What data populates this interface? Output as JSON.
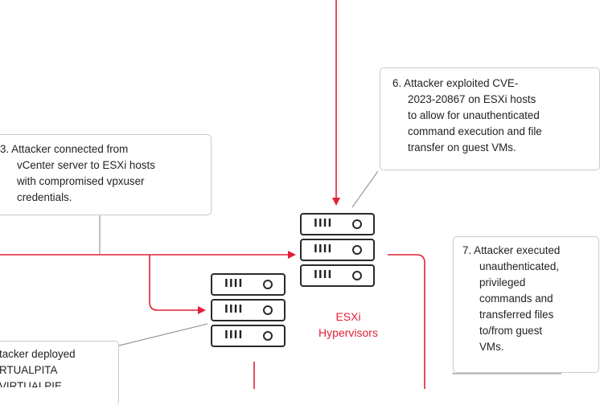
{
  "colors": {
    "arrow": "#e0203a",
    "connector": "#9a9a9a",
    "outline": "#2a2a2a"
  },
  "notes": {
    "step6": [
      "6. Attacker exploited CVE-",
      "2023-20867 on ESXi hosts",
      "to allow for unauthenticated",
      "command execution and file",
      "transfer on guest VMs."
    ],
    "step3": [
      "3. Attacker connected from",
      "vCenter server to ESXi hosts",
      "with compromised vpxuser",
      "credentials."
    ],
    "step7": [
      "7. Attacker executed",
      "unauthenticated,",
      "privileged",
      "commands and",
      "transferred files",
      "to/from guest",
      "VMs."
    ],
    "step_deploy": [
      "tacker deployed",
      "RTUALPITA",
      "VIRTUALPIE"
    ]
  },
  "esxi_label": [
    "ESXi",
    "Hypervisors"
  ],
  "server_glyphs": {
    "bars": "IIII"
  }
}
